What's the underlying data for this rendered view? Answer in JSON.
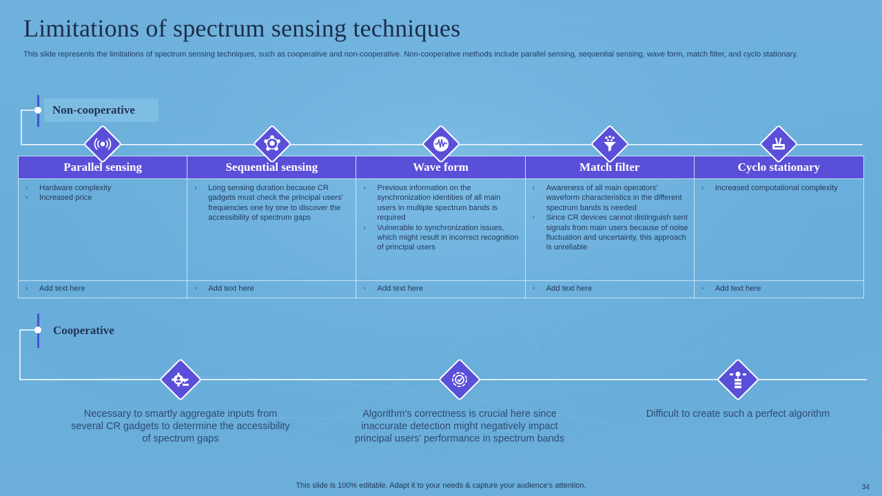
{
  "slide": {
    "title": "Limitations of  spectrum sensing techniques",
    "subtitle": "This slide represents the limitations of spectrum sensing techniques, such as cooperative and non-cooperative. Non-cooperative methods include parallel sensing, sequential sensing, wave form, match filter, and cyclo stationary.",
    "footer": "This slide is 100% editable. Adapt it to your needs & capture your audience’s attention.",
    "page_number": "34"
  },
  "noncooperative": {
    "label": "Non-cooperative",
    "columns": [
      {
        "header": "Parallel sensing",
        "icon": "signal-waves-icon",
        "bullets": [
          "Hardware complexity",
          "Increased price"
        ],
        "footer": "Add text here"
      },
      {
        "header": "Sequential sensing",
        "icon": "network-people-icon",
        "bullets": [
          "Long sensing duration because CR gadgets must check the principal users' frequencies one by one to discover the accessibility of spectrum gaps"
        ],
        "footer": "Add text here"
      },
      {
        "header": "Wave form",
        "icon": "waveform-icon",
        "bullets": [
          "Previous information on the synchronization identities of all main users in multiple spectrum bands is required",
          "Vulnerable to synchronization issues, which might result in incorrect recognition of principal users"
        ],
        "footer": "Add text here"
      },
      {
        "header": "Match filter",
        "icon": "filter-funnel-icon",
        "bullets": [
          "Awareness of all main operators' waveform characteristics in the different spectrum bands is needed",
          "Since CR devices cannot distinguish sent signals from main users because of noise fluctuation and uncertainty, this approach is unreliable"
        ],
        "footer": "Add text here"
      },
      {
        "header": "Cyclo stationary",
        "icon": "device-tools-icon",
        "bullets": [
          "Increased computational complexity"
        ],
        "footer": "Add text here"
      }
    ]
  },
  "cooperative": {
    "label": "Cooperative",
    "items": [
      {
        "icon": "gear-user-icon",
        "text": "Necessary to smartly aggregate inputs from several CR gadgets to determine the accessibility of spectrum gaps"
      },
      {
        "icon": "target-cycle-icon",
        "text": "Algorithm's correctness is crucial here since inaccurate detection might negatively impact principal users' performance in spectrum bands"
      },
      {
        "icon": "server-stack-icon",
        "text": "Difficult to create such a perfect algorithm"
      }
    ]
  },
  "colors": {
    "accent": "#5a4fd8",
    "background": "#6aaed9",
    "text_dark": "#1d2d4a"
  }
}
